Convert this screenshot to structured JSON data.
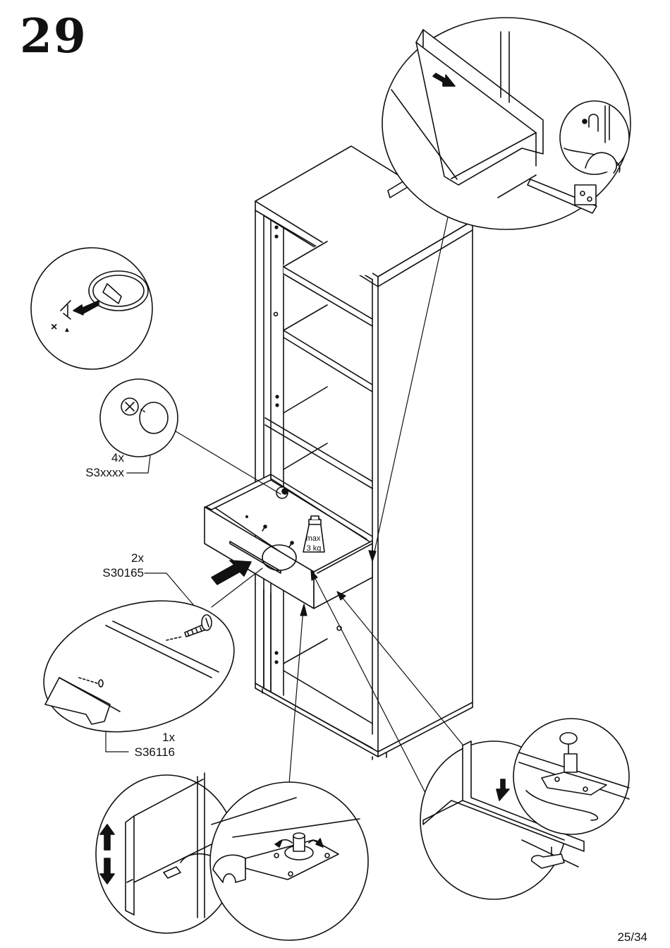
{
  "header": {
    "step_number": "29"
  },
  "parts": [
    {
      "qty": "4x",
      "code": "S3xxxx"
    },
    {
      "qty": "2x",
      "code": "S30165"
    },
    {
      "qty": "1x",
      "code": "S36116"
    }
  ],
  "weight_badge": {
    "line1": "max",
    "line2": "3 kg"
  },
  "footer": {
    "page": "25/34"
  }
}
